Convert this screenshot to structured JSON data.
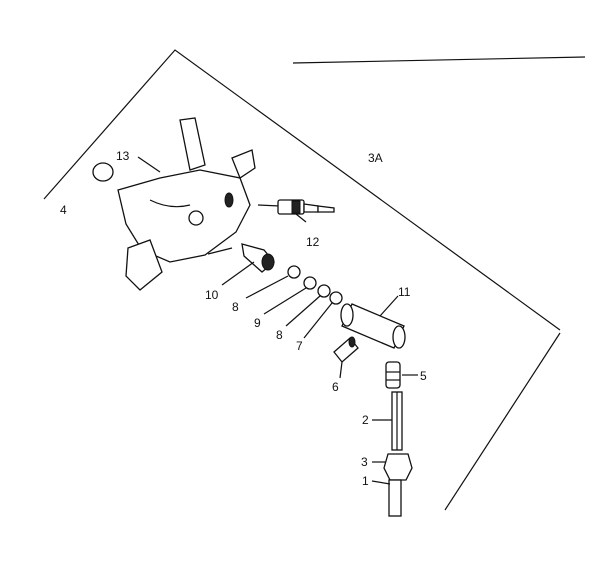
{
  "labels": {
    "p1": "1",
    "p2": "2",
    "p3": "3",
    "p4": "4",
    "p5": "5",
    "p6": "6",
    "p7": "7",
    "p8a": "8",
    "p8b": "8",
    "p9": "9",
    "p10": "10",
    "p11": "11",
    "p12": "12",
    "p13": "13",
    "p3a": "3A"
  }
}
